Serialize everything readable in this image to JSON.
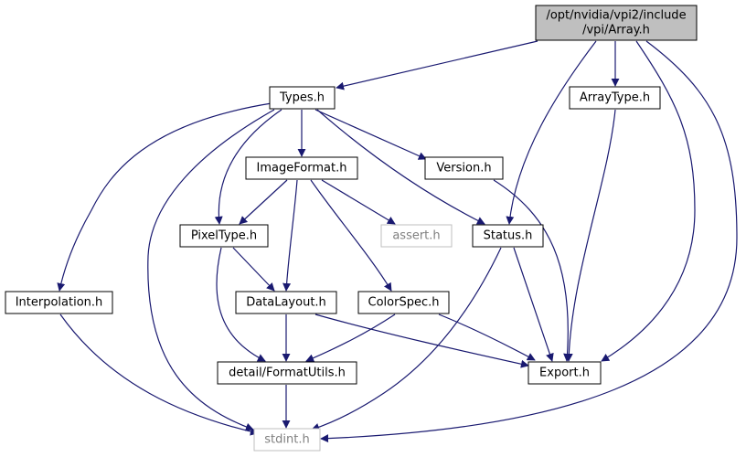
{
  "graph": {
    "colors": {
      "edge": "#191970",
      "root_fill": "#bfbfbf",
      "node_fill": "#ffffff",
      "node_border": "#000000",
      "external_border": "#bfbfbf",
      "text": "#000000",
      "external_text": "#808080"
    },
    "nodes": [
      {
        "id": "array",
        "lines": [
          "/opt/nvidia/vpi2/include",
          "/vpi/Array.h"
        ],
        "kind": "root"
      },
      {
        "id": "types",
        "lines": [
          "Types.h"
        ],
        "kind": "normal"
      },
      {
        "id": "arraytype",
        "lines": [
          "ArrayType.h"
        ],
        "kind": "normal"
      },
      {
        "id": "imageformat",
        "lines": [
          "ImageFormat.h"
        ],
        "kind": "normal"
      },
      {
        "id": "version",
        "lines": [
          "Version.h"
        ],
        "kind": "normal"
      },
      {
        "id": "pixeltype",
        "lines": [
          "PixelType.h"
        ],
        "kind": "normal"
      },
      {
        "id": "assert",
        "lines": [
          "assert.h"
        ],
        "kind": "external"
      },
      {
        "id": "status",
        "lines": [
          "Status.h"
        ],
        "kind": "normal"
      },
      {
        "id": "interpolation",
        "lines": [
          "Interpolation.h"
        ],
        "kind": "normal"
      },
      {
        "id": "datalayout",
        "lines": [
          "DataLayout.h"
        ],
        "kind": "normal"
      },
      {
        "id": "colorspec",
        "lines": [
          "ColorSpec.h"
        ],
        "kind": "normal"
      },
      {
        "id": "formatutils",
        "lines": [
          "detail/FormatUtils.h"
        ],
        "kind": "normal"
      },
      {
        "id": "export",
        "lines": [
          "Export.h"
        ],
        "kind": "normal"
      },
      {
        "id": "stdint",
        "lines": [
          "stdint.h"
        ],
        "kind": "external"
      }
    ],
    "edges": [
      {
        "from": "array",
        "to": "types"
      },
      {
        "from": "array",
        "to": "arraytype"
      },
      {
        "from": "array",
        "to": "status"
      },
      {
        "from": "array",
        "to": "export"
      },
      {
        "from": "array",
        "to": "stdint"
      },
      {
        "from": "types",
        "to": "imageformat"
      },
      {
        "from": "types",
        "to": "version"
      },
      {
        "from": "types",
        "to": "pixeltype"
      },
      {
        "from": "types",
        "to": "status"
      },
      {
        "from": "types",
        "to": "interpolation"
      },
      {
        "from": "types",
        "to": "stdint"
      },
      {
        "from": "arraytype",
        "to": "export"
      },
      {
        "from": "imageformat",
        "to": "pixeltype"
      },
      {
        "from": "imageformat",
        "to": "assert"
      },
      {
        "from": "imageformat",
        "to": "datalayout"
      },
      {
        "from": "imageformat",
        "to": "colorspec"
      },
      {
        "from": "version",
        "to": "export"
      },
      {
        "from": "pixeltype",
        "to": "datalayout"
      },
      {
        "from": "pixeltype",
        "to": "formatutils"
      },
      {
        "from": "status",
        "to": "export"
      },
      {
        "from": "status",
        "to": "stdint"
      },
      {
        "from": "interpolation",
        "to": "stdint"
      },
      {
        "from": "datalayout",
        "to": "formatutils"
      },
      {
        "from": "datalayout",
        "to": "export"
      },
      {
        "from": "colorspec",
        "to": "formatutils"
      },
      {
        "from": "colorspec",
        "to": "export"
      },
      {
        "from": "formatutils",
        "to": "stdint"
      }
    ]
  }
}
